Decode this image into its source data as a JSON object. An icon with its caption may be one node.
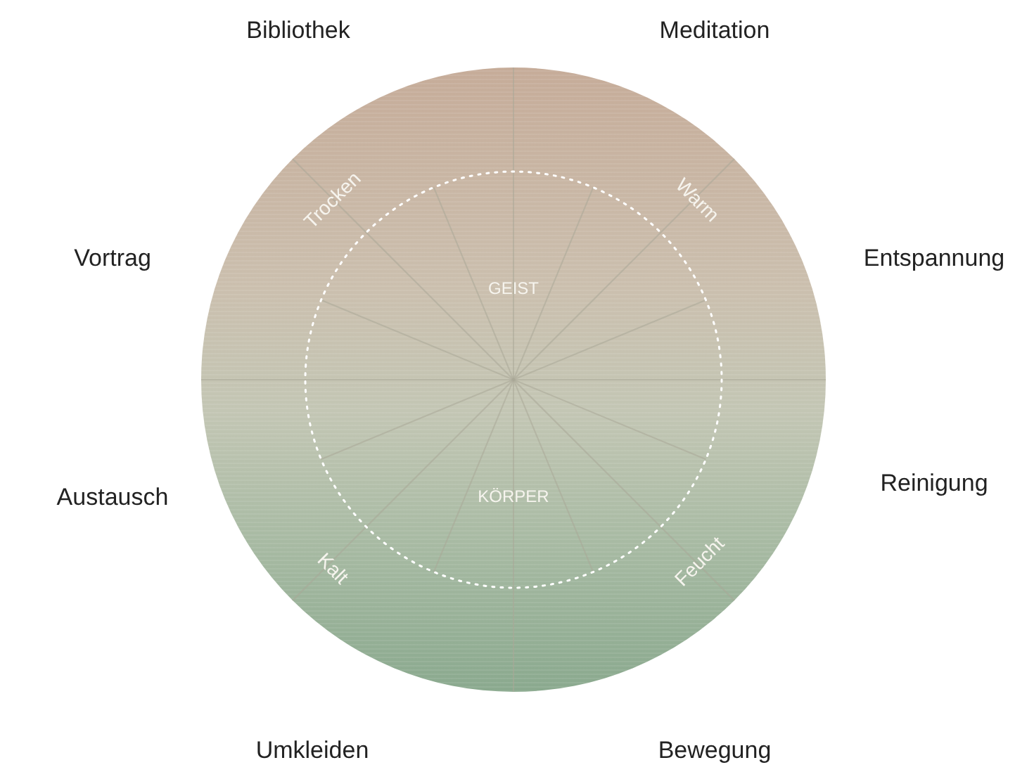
{
  "diagram": {
    "nodes": [
      {
        "text": [
          "Trocken",
          "Warm",
          "GEIST",
          "KÖRPER",
          "Kalt",
          "Feucht"
        ]
      }
    ],
    "labels": [
      "Bibliothek",
      "Meditation",
      "Vortrag",
      "Entspannung",
      "Austausch",
      "Reinigung",
      "Umkleiden",
      "Bewegung"
    ]
  }
}
